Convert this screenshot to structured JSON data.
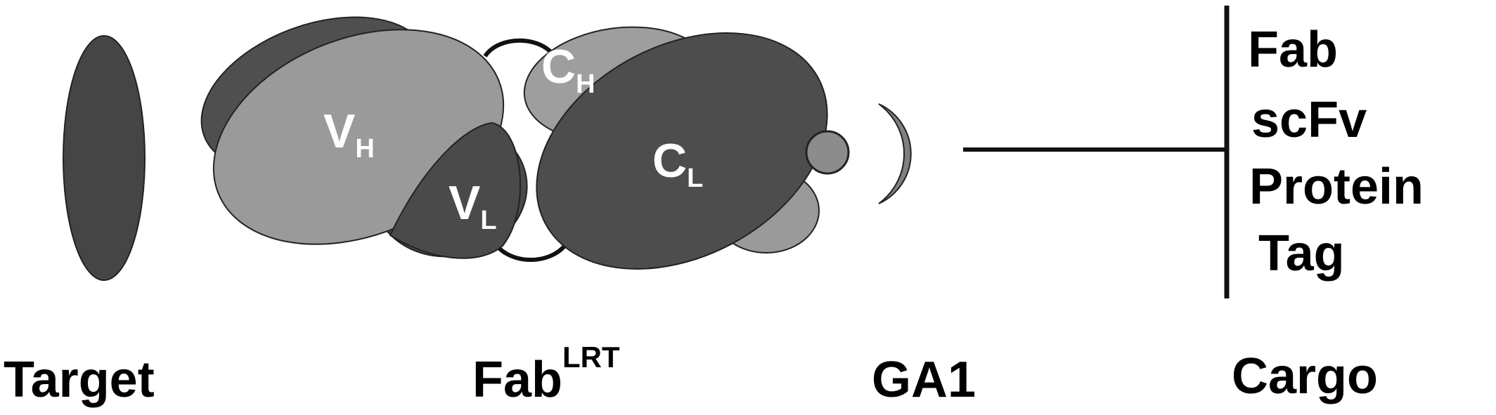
{
  "labels": {
    "target": "Target",
    "fab": "Fab",
    "fab_superscript": "LRT",
    "ga1": "GA1",
    "cargo": "Cargo"
  },
  "domains": {
    "vh": {
      "main": "V",
      "sub": "H"
    },
    "vl": {
      "main": "V",
      "sub": "L"
    },
    "ch": {
      "main": "C",
      "sub": "H"
    },
    "cl": {
      "main": "C",
      "sub": "L"
    }
  },
  "cargo_list": [
    "Fab",
    "scFv",
    "Protein",
    "Tag"
  ],
  "colors": {
    "dark": "#4d4d4d",
    "darker": "#3f3f3f",
    "light": "#9a9a9a",
    "mid": "#808080",
    "outline": "#222222",
    "text": "#000000"
  }
}
